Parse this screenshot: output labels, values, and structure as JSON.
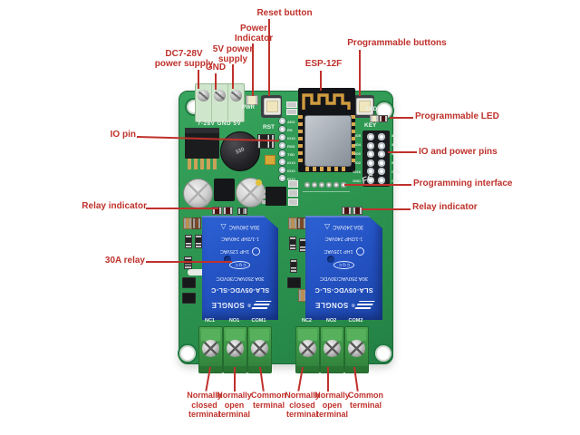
{
  "colors": {
    "annotation": "#bf312b",
    "pcb_green": "#2e9751",
    "relay_blue": "#2453c4",
    "terminal_green": "#3a9244",
    "antenna_gold": "#cf9b3f"
  },
  "annotations": {
    "dc_power": {
      "line1": "DC7-28V",
      "line2": "power supply"
    },
    "gnd": "GND",
    "five_v": {
      "line1": "5V power",
      "line2": "supply"
    },
    "power_indicator": {
      "line1": "Power",
      "line2": "Indicator"
    },
    "reset_button": "Reset button",
    "esp": "ESP-12F",
    "programmable_buttons": "Programmable buttons",
    "programmable_led": "Programmable LED",
    "io_power_pins": "IO and power pins",
    "programming_interface": "Programming interface",
    "relay_indicator_right": "Relay indicator",
    "relay_indicator_left": "Relay indicator",
    "io_pin": "IO pin",
    "relay_30a": "30A relay",
    "terminals": [
      {
        "l1": "Normally",
        "l2": "closed",
        "l3": "terminal"
      },
      {
        "l1": "Normally",
        "l2": "open",
        "l3": "terminal"
      },
      {
        "l1": "Common",
        "l2": "terminal",
        "l3": ""
      },
      {
        "l1": "Normally",
        "l2": "closed",
        "l3": "terminal"
      },
      {
        "l1": "Normally",
        "l2": "open",
        "l3": "terminal"
      },
      {
        "l1": "Common",
        "l2": "terminal",
        "l3": ""
      }
    ]
  },
  "board": {
    "silkscreen": {
      "power_input": "7-28V GND 5V",
      "pwr": "PWR",
      "rst": "RST",
      "key": "KEY",
      "led": "LED",
      "relay1_terminals": [
        "NC1",
        "NO1",
        "COM1"
      ],
      "relay2_terminals": [
        "NC2",
        "NO2",
        "COM2"
      ]
    },
    "left_header_pins": [
      "ADC",
      "EN",
      "IO16",
      "RXD",
      "TXD",
      "IO13",
      "IO12",
      "IO14"
    ],
    "io_header_left": [
      "IO5",
      "IO4",
      "IO0",
      "IO2",
      "IO16",
      "GND"
    ],
    "io_header_right": [
      "3V3",
      "3V3",
      "5V",
      "5V",
      "GND",
      "GND"
    ],
    "inductor": "330",
    "relay": {
      "brand": "SONGLE",
      "reg_mark": "®",
      "model": "SLA-05VDC-SL-C",
      "rating1": "30A 250VAC/30VDC",
      "cert": "CQC",
      "hp1": "1HP 125VAC",
      "hp2": "1-1/2HP 240VAC",
      "rating2": "30A 240VAC"
    }
  }
}
